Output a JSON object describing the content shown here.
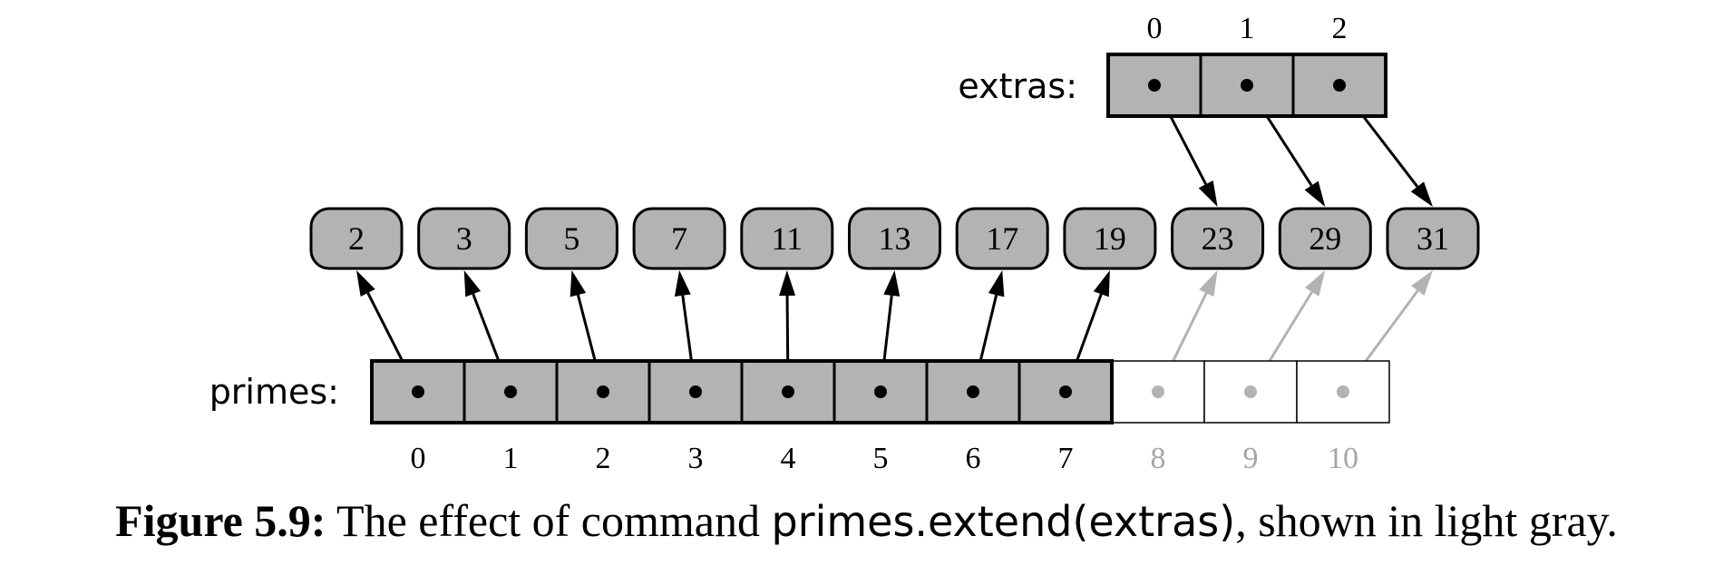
{
  "extras": {
    "label": "extras:",
    "indices": [
      "0",
      "1",
      "2"
    ]
  },
  "primes": {
    "label": "primes:",
    "indices": [
      "0",
      "1",
      "2",
      "3",
      "4",
      "5",
      "6",
      "7",
      "8",
      "9",
      "10"
    ],
    "original_count": 8
  },
  "values": [
    "2",
    "3",
    "5",
    "7",
    "11",
    "13",
    "17",
    "19",
    "23",
    "29",
    "31"
  ],
  "colors": {
    "cell_fill": "#b3b3b3",
    "stroke": "#000000",
    "new_stroke": "#b3b3b3",
    "new_text": "#a6a6a6",
    "new_cell_fill": "#ffffff"
  },
  "caption": {
    "fig_label": "Figure 5.9:",
    "text_before": " The effect of command ",
    "code": "primes.extend(extras)",
    "text_after": ", shown in light gray."
  }
}
